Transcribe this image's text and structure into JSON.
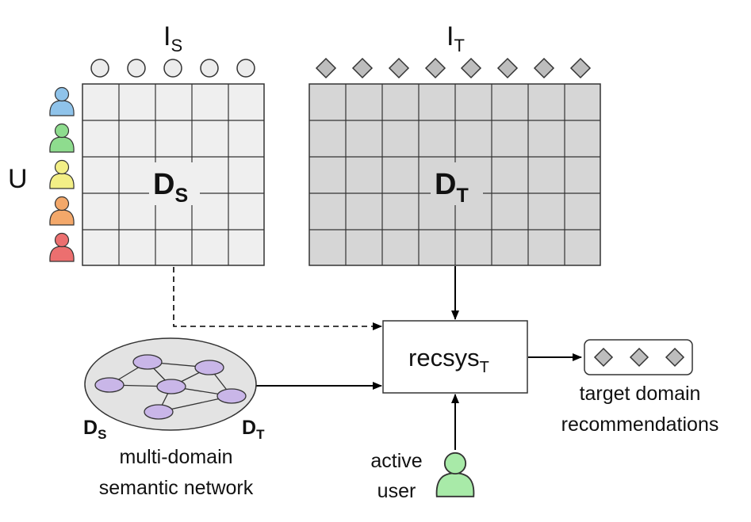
{
  "labels": {
    "items_source": "I",
    "items_source_sub": "S",
    "items_target": "I",
    "items_target_sub": "T",
    "users": "U",
    "matrix_source": "D",
    "matrix_source_sub": "S",
    "matrix_target": "D",
    "matrix_target_sub": "T",
    "recsys": "recsys",
    "recsys_sub": "T",
    "network_left": "D",
    "network_left_sub": "S",
    "network_right": "D",
    "network_right_sub": "T",
    "network_caption_line1": "multi-domain",
    "network_caption_line2": "semantic network",
    "active_user_line1": "active",
    "active_user_line2": "user",
    "recommendations_line1": "target domain",
    "recommendations_line2": "recommendations"
  },
  "colors": {
    "source_matrix": "#efefef",
    "target_matrix": "#d6d6d6",
    "diamond": "#bdbdbd",
    "network_ellipse": "#e3e3e3",
    "network_node": "#c9b6e8",
    "user_blue": "#8fc3ea",
    "user_green": "#8edc8e",
    "user_yellow": "#f3ef86",
    "user_orange": "#f3a86a",
    "user_red": "#ec6f6f",
    "active_user": "#a8eaa8"
  },
  "icons": {
    "source_item": "circle-icon",
    "target_item": "diamond-icon",
    "user": "user-icon"
  }
}
